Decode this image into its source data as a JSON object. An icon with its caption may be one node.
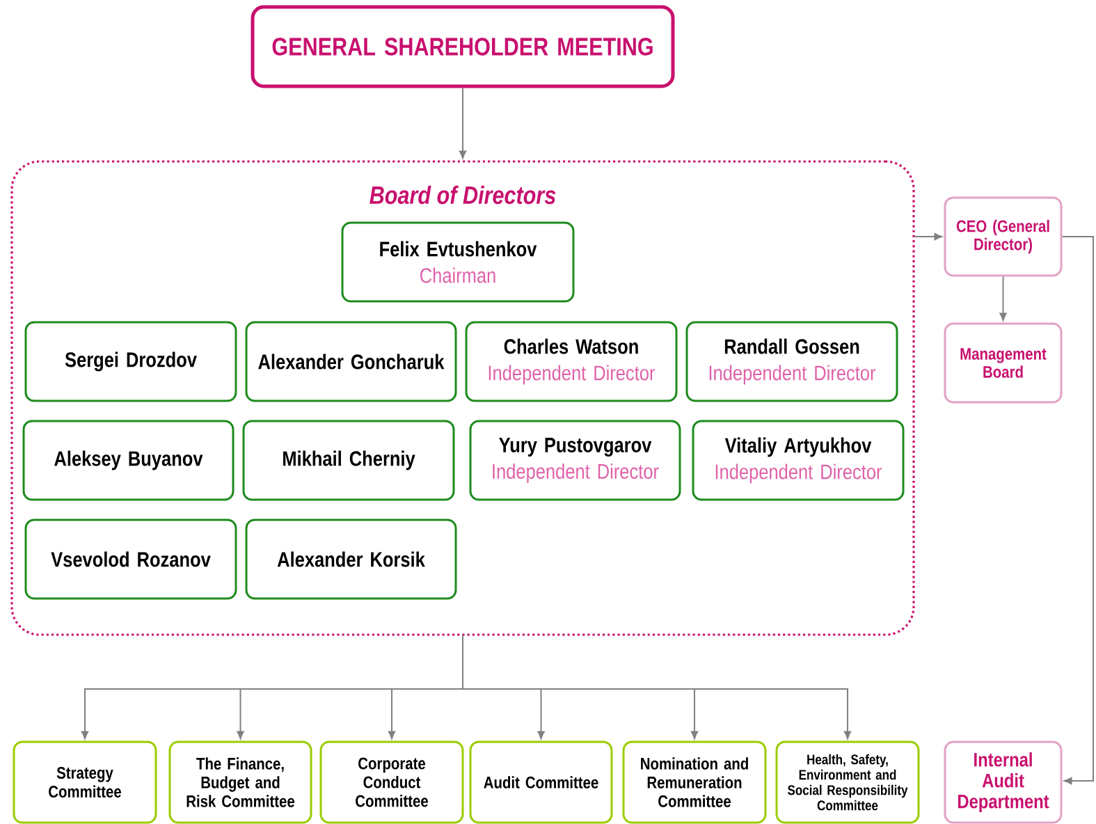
{
  "diagram": {
    "nodes": [
      {
        "text": [
          "GENERAL SHAREHOLDER MEETING"
        ]
      },
      {
        "text": [
          "Board of Directors"
        ]
      },
      {
        "text": [
          "Felix Evtushenkov",
          "Chairman"
        ],
        "in": 1
      },
      {
        "text": [
          "Sergei Drozdov"
        ],
        "in": 1
      },
      {
        "text": [
          "Alexander Goncharuk"
        ],
        "in": 1
      },
      {
        "text": [
          "Charles Watson",
          "Independent Director"
        ],
        "in": 1
      },
      {
        "text": [
          "Randall Gossen",
          "Independent Director"
        ],
        "in": 1
      },
      {
        "text": [
          "Aleksey Buyanov"
        ],
        "in": 1
      },
      {
        "text": [
          "Mikhail Cherniy"
        ],
        "in": 1
      },
      {
        "text": [
          "Yury Pustovgarov",
          "Independent Director"
        ],
        "in": 1
      },
      {
        "text": [
          "Vitaliy Artyukhov",
          "Independent Director"
        ],
        "in": 1
      },
      {
        "text": [
          "Vsevolod Rozanov"
        ],
        "in": 1
      },
      {
        "text": [
          "Alexander Korsik"
        ],
        "in": 1
      },
      {
        "text": [
          "CEO (General Director)"
        ]
      },
      {
        "text": [
          "Management Board"
        ]
      },
      {
        "text": [
          "Strategy Committee"
        ]
      },
      {
        "text": [
          "The Finance, Budget and Risk Committee"
        ]
      },
      {
        "text": [
          "Corporate Conduct Committee"
        ]
      },
      {
        "text": [
          "Audit Committee"
        ]
      },
      {
        "text": [
          "Nomination and Remuneration Committee"
        ]
      },
      {
        "text": [
          "Health, Safety, Environment and Social Responsibility Committee"
        ]
      },
      {
        "text": [
          "Internal Audit Department"
        ]
      }
    ],
    "edges": [
      {
        "from": 0,
        "to": 1,
        "arrow": "to"
      },
      {
        "from": 1,
        "to": 13,
        "arrow": "to"
      },
      {
        "from": 13,
        "to": 14,
        "arrow": "to"
      },
      {
        "from": 1,
        "to": 15,
        "arrow": "to"
      },
      {
        "from": 1,
        "to": 16,
        "arrow": "to"
      },
      {
        "from": 1,
        "to": 17,
        "arrow": "to"
      },
      {
        "from": 1,
        "to": 18,
        "arrow": "to"
      },
      {
        "from": 1,
        "to": 19,
        "arrow": "to"
      },
      {
        "from": 1,
        "to": 20,
        "arrow": "to"
      },
      {
        "from": 13,
        "to": 21,
        "arrow": "to"
      }
    ]
  }
}
